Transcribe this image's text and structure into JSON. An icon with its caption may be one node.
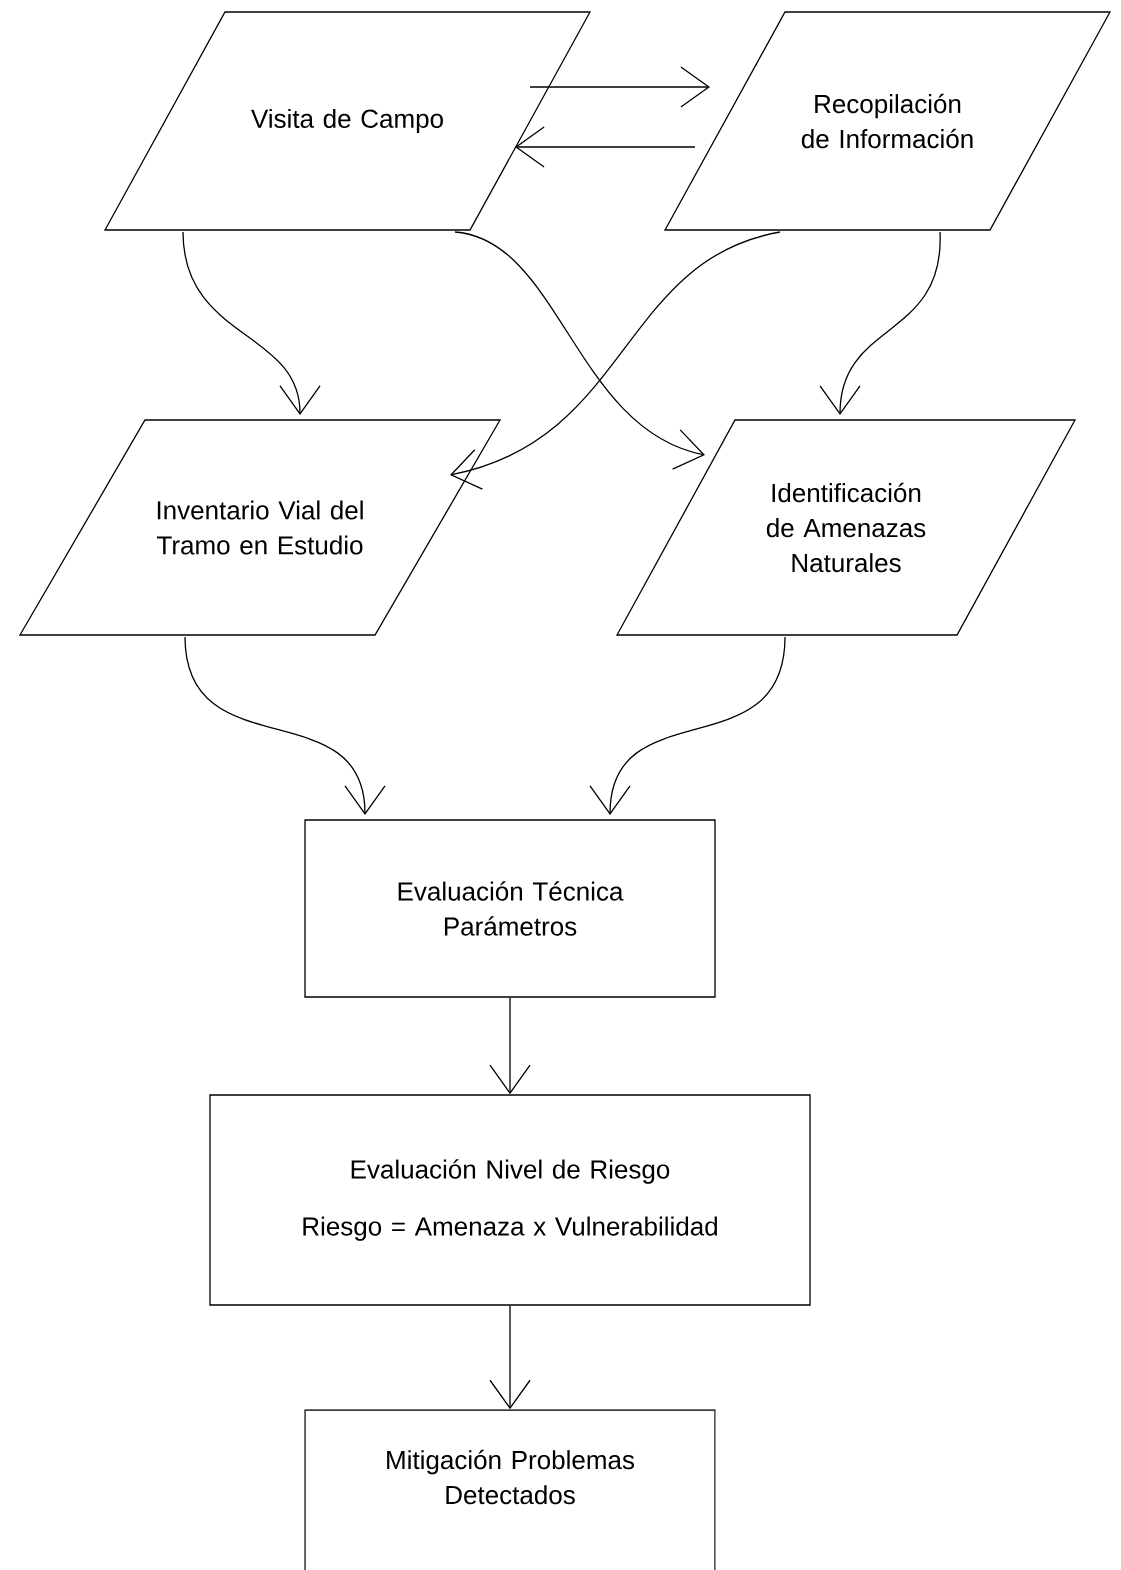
{
  "diagram": {
    "nodes": [
      {
        "text": [
          "Visita de Campo"
        ]
      },
      {
        "text": [
          "Recopilación de Información"
        ]
      },
      {
        "text": [
          "Inventario Vial del Tramo en Estudio"
        ]
      },
      {
        "text": [
          "Identificación de Amenazas Naturales"
        ]
      },
      {
        "text": [
          "Evaluación Técnica Parámetros"
        ]
      },
      {
        "text": [
          "Evaluación Nivel de Riesgo",
          "Riesgo = Amenaza  x Vulnerabilidad"
        ]
      },
      {
        "text": [
          "Mitigación Problemas Detectados"
        ]
      }
    ],
    "edges": [
      {
        "from": 0,
        "to": 1,
        "arrow": "to"
      },
      {
        "from": 1,
        "to": 0,
        "arrow": "to"
      },
      {
        "from": 0,
        "to": 2,
        "arrow": "to"
      },
      {
        "from": 0,
        "to": 3,
        "arrow": "to"
      },
      {
        "from": 1,
        "to": 2,
        "arrow": "to"
      },
      {
        "from": 1,
        "to": 3,
        "arrow": "to"
      },
      {
        "from": 2,
        "to": 4,
        "arrow": "to"
      },
      {
        "from": 3,
        "to": 4,
        "arrow": "to"
      },
      {
        "from": 4,
        "to": 5,
        "arrow": "to"
      },
      {
        "from": 5,
        "to": 6,
        "arrow": "to"
      }
    ]
  }
}
